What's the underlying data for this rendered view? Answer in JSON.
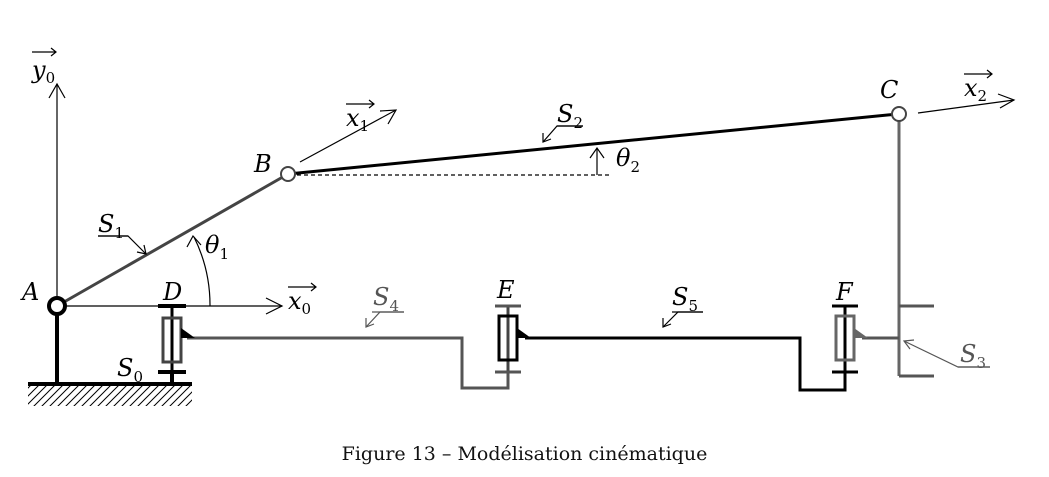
{
  "caption": "Figure 13 – Modélisation cinématique",
  "points": {
    "A": "A",
    "B": "B",
    "C": "C",
    "D": "D",
    "E": "E",
    "F": "F"
  },
  "solids": {
    "S0": {
      "base": "S",
      "sub": "0"
    },
    "S1": {
      "base": "S",
      "sub": "1"
    },
    "S2": {
      "base": "S",
      "sub": "2"
    },
    "S3": {
      "base": "S",
      "sub": "3"
    },
    "S4": {
      "base": "S",
      "sub": "4"
    },
    "S5": {
      "base": "S",
      "sub": "5"
    }
  },
  "vectors": {
    "x0": {
      "base": "x",
      "sub": "0"
    },
    "y0": {
      "base": "y",
      "sub": "0"
    },
    "x1": {
      "base": "x",
      "sub": "1"
    },
    "x2": {
      "base": "x",
      "sub": "2"
    }
  },
  "angles": {
    "theta1": {
      "base": "θ",
      "sub": "1"
    },
    "theta2": {
      "base": "θ",
      "sub": "2"
    }
  },
  "colors": {
    "ink": "#000000",
    "gray": "#555555"
  }
}
